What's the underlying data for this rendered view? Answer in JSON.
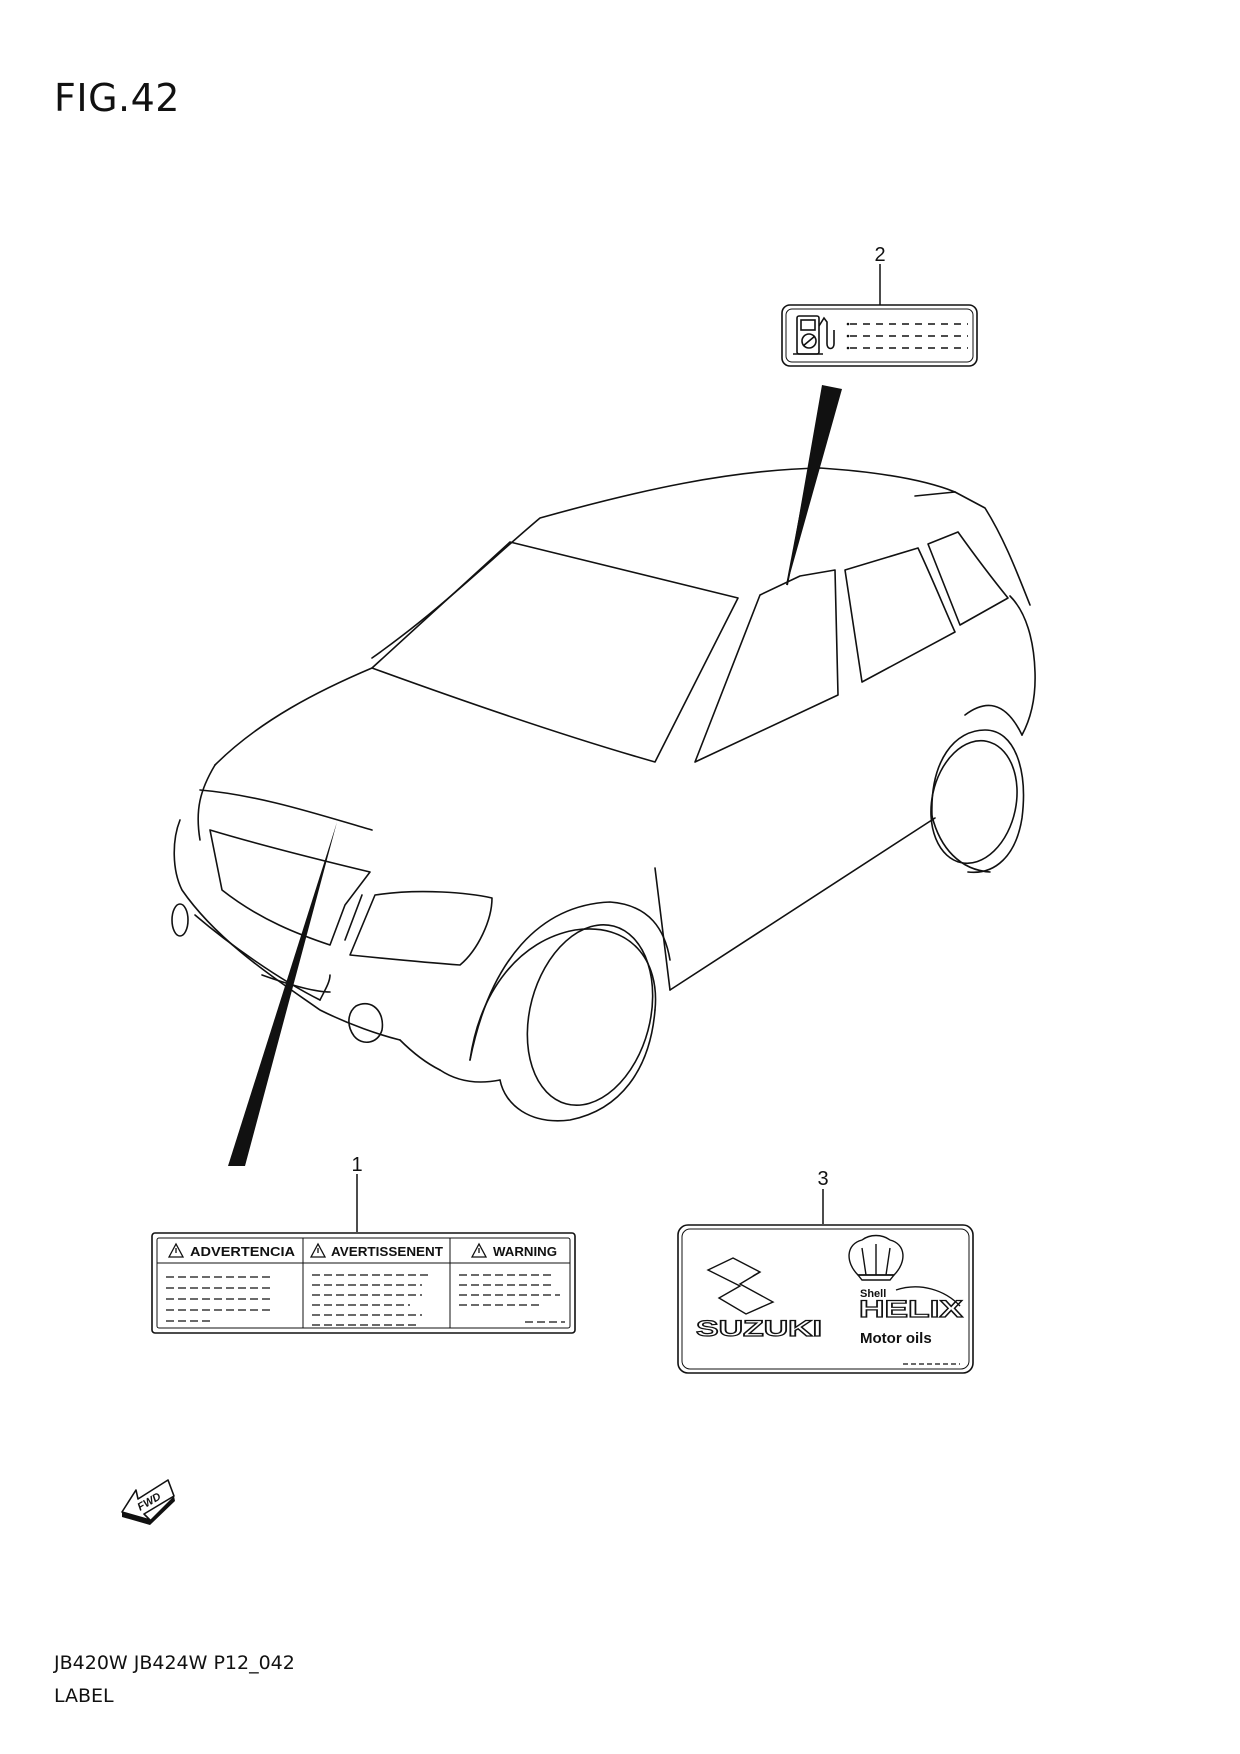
{
  "figure": {
    "title": "FIG.42",
    "code": "JB420W JB424W P12_042",
    "name": "LABEL"
  },
  "callouts": [
    {
      "number": "1"
    },
    {
      "number": "2"
    },
    {
      "number": "3"
    }
  ],
  "label_1": {
    "headings": [
      "ADVERTENCIA",
      "AVERTISSENENT",
      "WARNING"
    ],
    "icon": "warning-triangle-icon"
  },
  "label_2": {
    "icon": "fuel-pump-icon"
  },
  "label_3": {
    "brand": "SUZUKI",
    "sub_brand": "Shell",
    "product": "HELIX",
    "product_line": "Motor oils",
    "icons": [
      "suzuki-s-logo-icon",
      "shell-logo-icon"
    ]
  },
  "fwd": {
    "text": "FWD",
    "icon": "fwd-arrow-icon"
  }
}
